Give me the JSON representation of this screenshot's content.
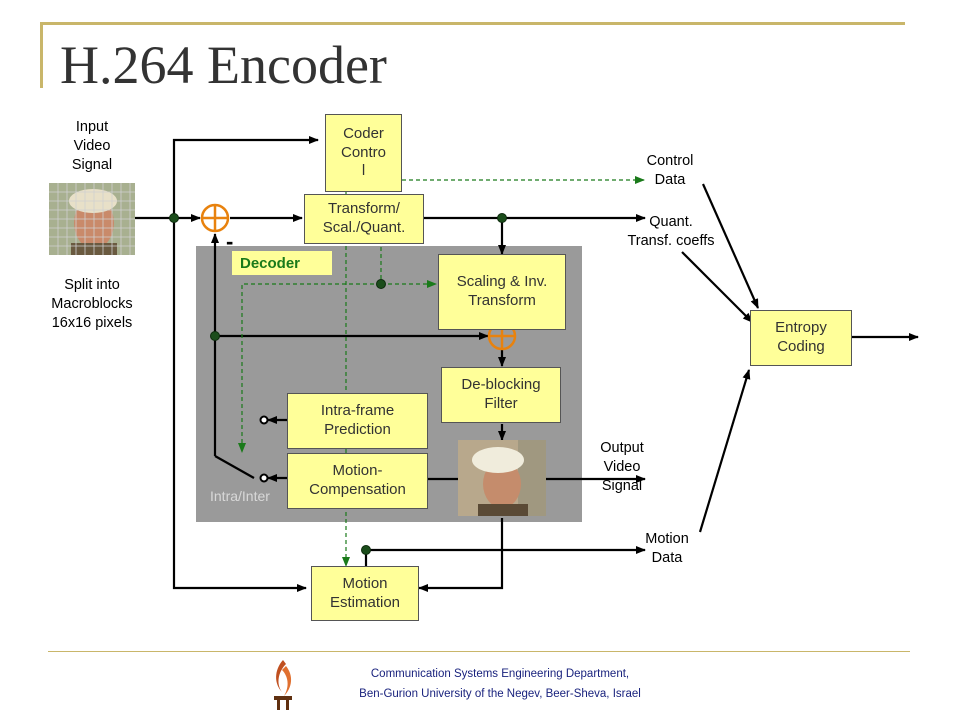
{
  "title": "H.264 Encoder",
  "labels": {
    "input": "Input\nVideo\nSignal",
    "split": "Split into\nMacroblocks\n16x16 pixels",
    "control_data": "Control\nData",
    "quant_coeffs": "Quant.\nTransf. coeffs",
    "output": "Output\nVideo\nSignal",
    "motion_data": "Motion\nData",
    "decoder": "Decoder",
    "intra_inter": "Intra/Inter",
    "minus": "-"
  },
  "blocks": {
    "coder_control": "Coder\nContro\nl",
    "transform": "Transform/\nScal./Quant.",
    "inv_transform": "Scaling & Inv.\nTransform",
    "deblocking": "De-blocking\nFilter",
    "intra_pred": "Intra-frame\nPrediction",
    "motion_comp": "Motion-\nCompensation",
    "motion_est": "Motion\nEstimation",
    "entropy": "Entropy\nCoding"
  },
  "colors": {
    "block_fill": "#ffff99",
    "panel": "#9a9a9a",
    "summer": "#e8820e",
    "node": "#1b4d1b",
    "dashed_line": "#1a7a1a",
    "accent": "#c9b66a"
  },
  "footer": {
    "line1": "Communication Systems Engineering Department,",
    "line2": "Ben-Gurion University of the Negev, Beer-Sheva, Israel"
  }
}
